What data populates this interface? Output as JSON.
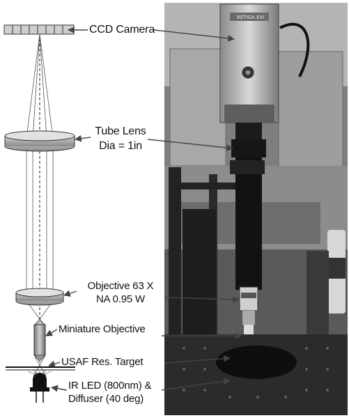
{
  "labels": {
    "ccd_camera": "CCD Camera",
    "tube_lens_line1": "Tube Lens",
    "tube_lens_line2": "Dia = 1in",
    "objective_line1": "Objective 63 X",
    "objective_line2": "NA 0.95 W",
    "miniature_objective": "Miniature Objective",
    "usaf_target": "USAF Res. Target",
    "ir_led_line1": "IR LED (800nm) &",
    "ir_led_line2": "Diffuser (40 deg)"
  },
  "photo": {
    "description_icon": "lab-photo",
    "camera_label_text": "RETIGA EXi"
  }
}
